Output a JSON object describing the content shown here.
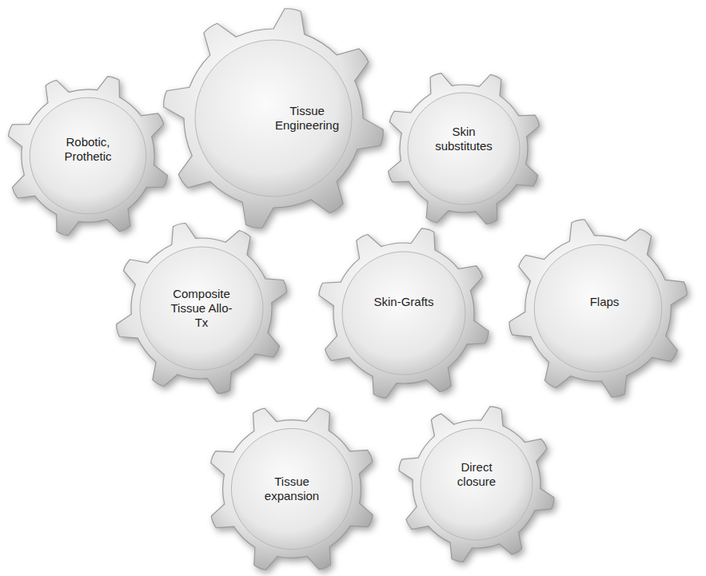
{
  "diagram": {
    "nodes": [
      {
        "text": [
          "Robotic, Prothetic"
        ]
      },
      {
        "text": [
          "Tissue Engineering"
        ]
      },
      {
        "text": [
          "Skin substitutes"
        ]
      },
      {
        "text": [
          "Composite Tissue Allo-Tx"
        ]
      },
      {
        "text": [
          "Skin-Grafts"
        ]
      },
      {
        "text": [
          "Flaps"
        ]
      },
      {
        "text": [
          "Tissue expansion"
        ]
      },
      {
        "text": [
          "Direct closure"
        ]
      }
    ]
  }
}
